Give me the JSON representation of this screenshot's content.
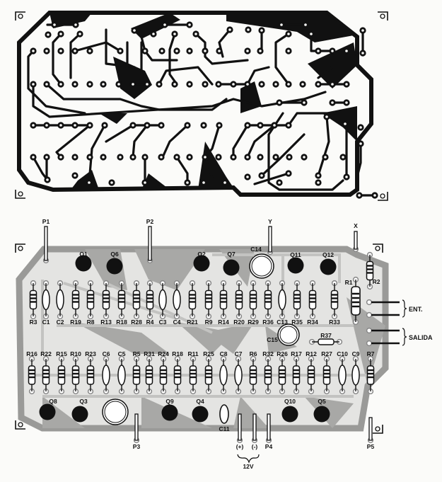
{
  "assembly": {
    "top_row": [
      "R3",
      "C1",
      "C2",
      "R19",
      "R8",
      "R13",
      "R18",
      "R28",
      "R4",
      "C3",
      "C4",
      "R21",
      "R9",
      "R14",
      "R20",
      "R29",
      "R36",
      "C13",
      "R35",
      "R34",
      "R33"
    ],
    "bottom_row": [
      "R16",
      "R22",
      "R15",
      "R10",
      "R23",
      "C6",
      "C5",
      "R5",
      "R31",
      "R24",
      "R18",
      "R11",
      "R25",
      "C8",
      "C7",
      "R6",
      "R32",
      "R26",
      "R17",
      "R12",
      "R27",
      "C10",
      "C9",
      "R7"
    ],
    "transistors": [
      "Q1",
      "Q6",
      "Q2",
      "Q7",
      "Q11",
      "Q12",
      "Q8",
      "Q3",
      "Q9",
      "Q4",
      "Q10",
      "Q5"
    ],
    "electrolytics": [
      "C14",
      "C15"
    ],
    "other_parts": [
      "C11",
      "R1",
      "R2",
      "R37"
    ],
    "pins": [
      "P1",
      "P2",
      "Y",
      "X",
      "P3",
      "(+)",
      "(-)",
      "P4",
      "P5"
    ],
    "supply_label": "12V",
    "connector_labels": {
      "input": "ENT.",
      "output": "SALIDA"
    }
  }
}
